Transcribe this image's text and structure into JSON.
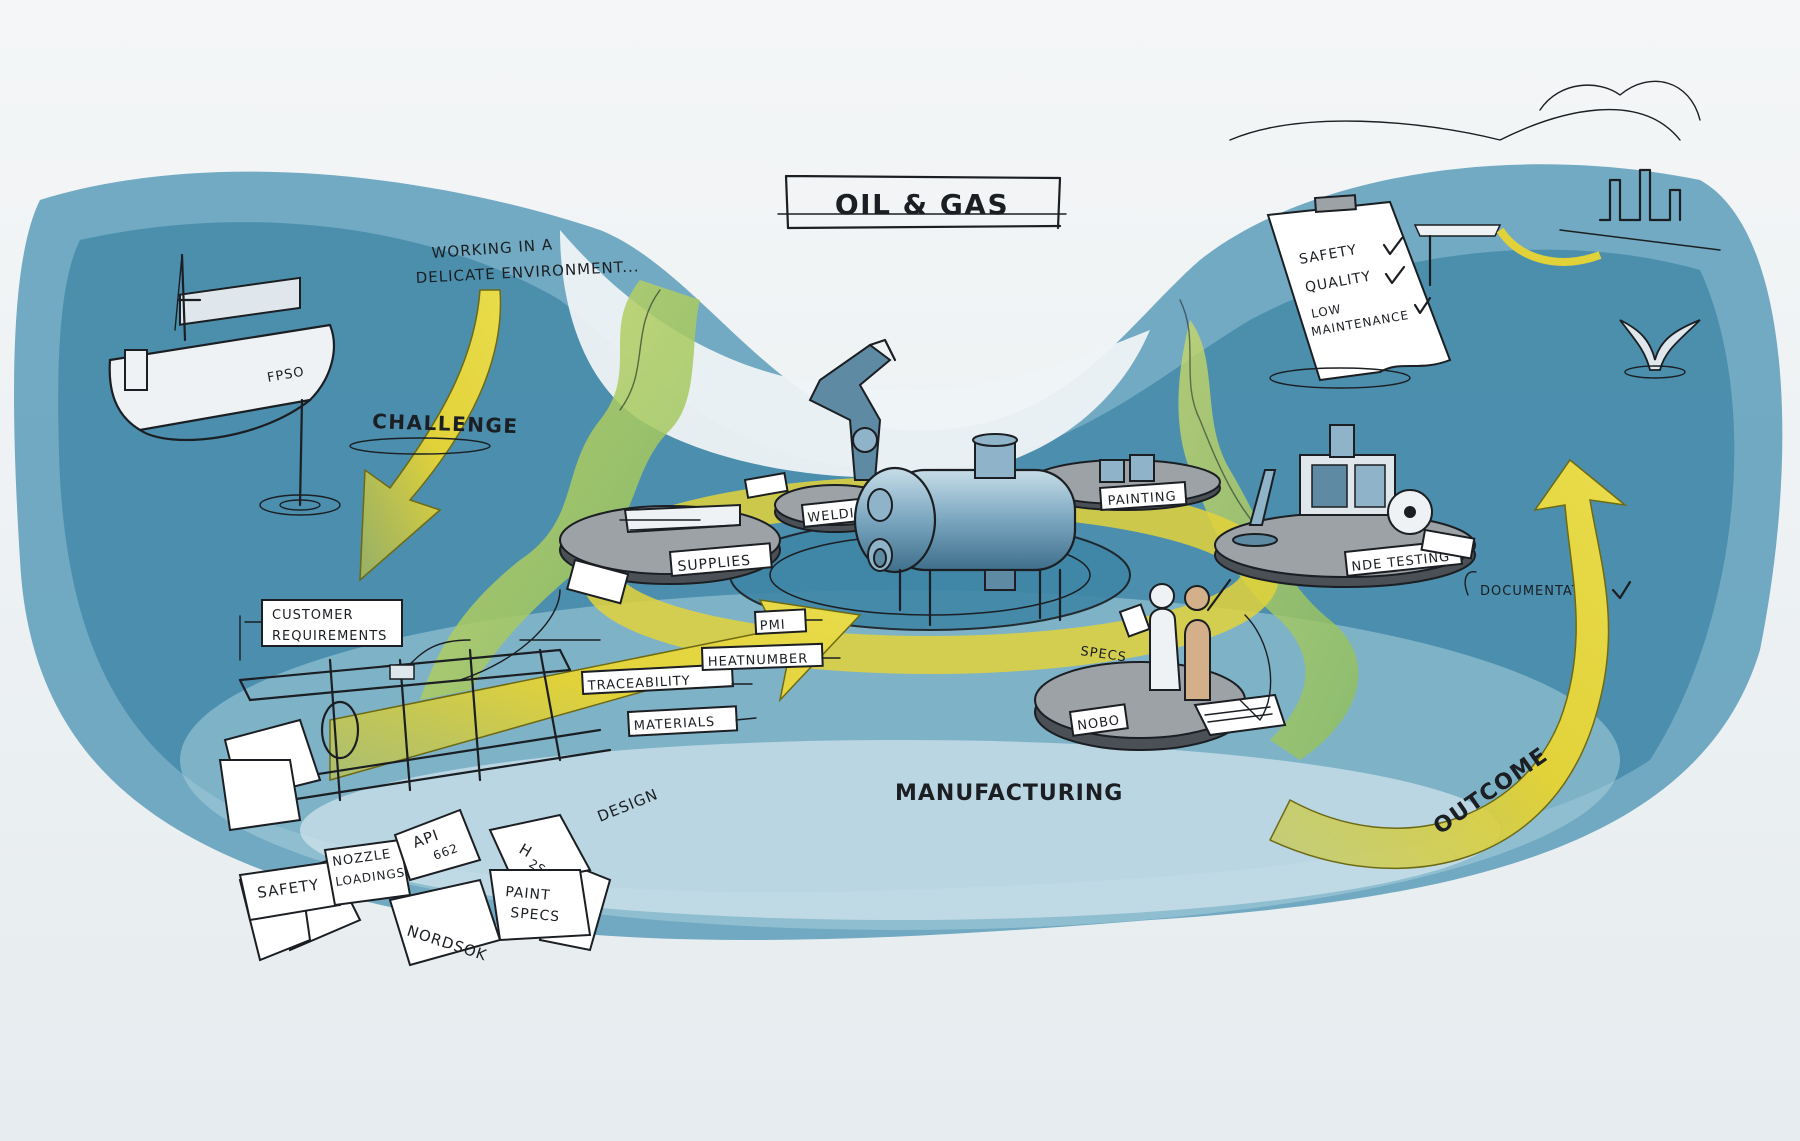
{
  "title": "OIL & GAS",
  "labels": {
    "working_line1": "WORKING IN A",
    "working_line2": "DELICATE ENVIRONMENT...",
    "challenge": "CHALLENGE",
    "fpso": "FPSO",
    "customer_line1": "CUSTOMER",
    "customer_line2": "REQUIREMENTS",
    "design": "DESIGN",
    "traceability": "TRACEABILITY",
    "materials": "MATERIALS",
    "heatnumber": "HEATNUMBER",
    "pmi": "PMI",
    "supplies": "SUPPLIES",
    "welding": "WELDING",
    "painting": "PAINTING",
    "nde_testing": "NDE TESTING",
    "nobo": "NOBO",
    "specs": "SPECS",
    "documentation": "DOCUMENTATION",
    "manufacturing": "MANUFACTURING",
    "outcome": "OUTCOME"
  },
  "clipboard": {
    "items": [
      "SAFETY",
      "QUALITY",
      "LOW",
      "MAINTENANCE"
    ]
  },
  "documents": {
    "safety": "SAFETY",
    "nozzle_line1": "NOZZLE",
    "nozzle_line2": "LOADINGS",
    "api_line1": "API",
    "api_line2": "662",
    "h2s_line1": "H",
    "h2s_line2": "2S",
    "paint_line1": "PAINT",
    "paint_line2": "SPECS",
    "norsok": "NORDSOK"
  },
  "colors": {
    "sea_deep": "#3f86a6",
    "sea_light": "#a9cfdd",
    "arrow_yellow": "#e2d23a",
    "land_green": "#a8c94a",
    "ink": "#1b1e22"
  }
}
